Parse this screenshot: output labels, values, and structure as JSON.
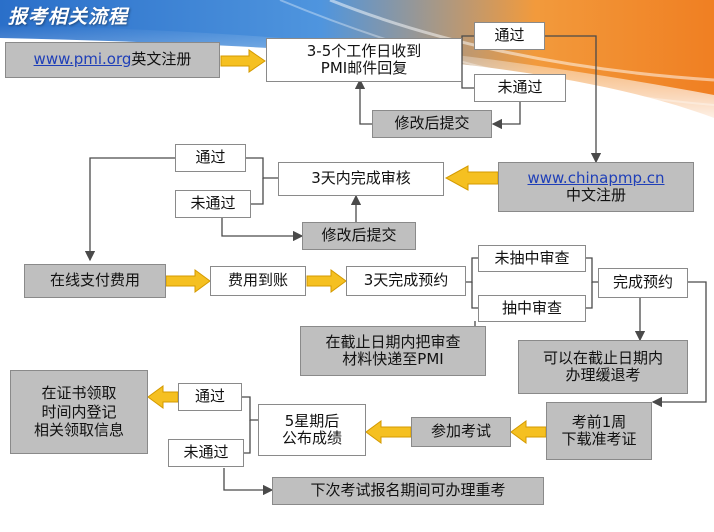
{
  "title": "报考相关流程",
  "colors": {
    "arrow_fill": "#f5c021",
    "arrow_stroke": "#d49a00",
    "line": "#4a4a4a",
    "gray_box": "#bfbfbf"
  },
  "nodes": {
    "pmi_register": {
      "link": "www.pmi.org",
      "text": "英文注册"
    },
    "pmi_email": {
      "line1": "3-5个工作日收到",
      "line2": "PMI邮件回复"
    },
    "pass1": "通过",
    "fail1": "未通过",
    "resubmit1": "修改后提交",
    "cn_register": {
      "link": "www.chinapmp.cn",
      "text": "中文注册"
    },
    "review3": "3天内完成审核",
    "pass2": "通过",
    "fail2": "未通过",
    "resubmit2": "修改后提交",
    "pay_online": "在线支付费用",
    "fee_received": "费用到账",
    "reserve3": "3天完成预约",
    "not_audited": "未抽中审查",
    "audited": "抽中审查",
    "reserve_done": "完成预约",
    "mail_materials": {
      "line1": "在截止日期内把审查",
      "line2": "材料快递至PMI"
    },
    "defer": {
      "line1": "可以在截止日期内",
      "line2": "办理缓退考"
    },
    "download_ticket": {
      "line1": "考前1周",
      "line2": "下载准考证"
    },
    "take_exam": "参加考试",
    "results": {
      "line1": "5星期后",
      "line2": "公布成绩"
    },
    "pass3": "通过",
    "fail3": "未通过",
    "certificate": {
      "line1": "在证书领取",
      "line2": "时间内登记",
      "line3": "相关领取信息"
    },
    "retake": "下次考试报名期间可办理重考"
  }
}
